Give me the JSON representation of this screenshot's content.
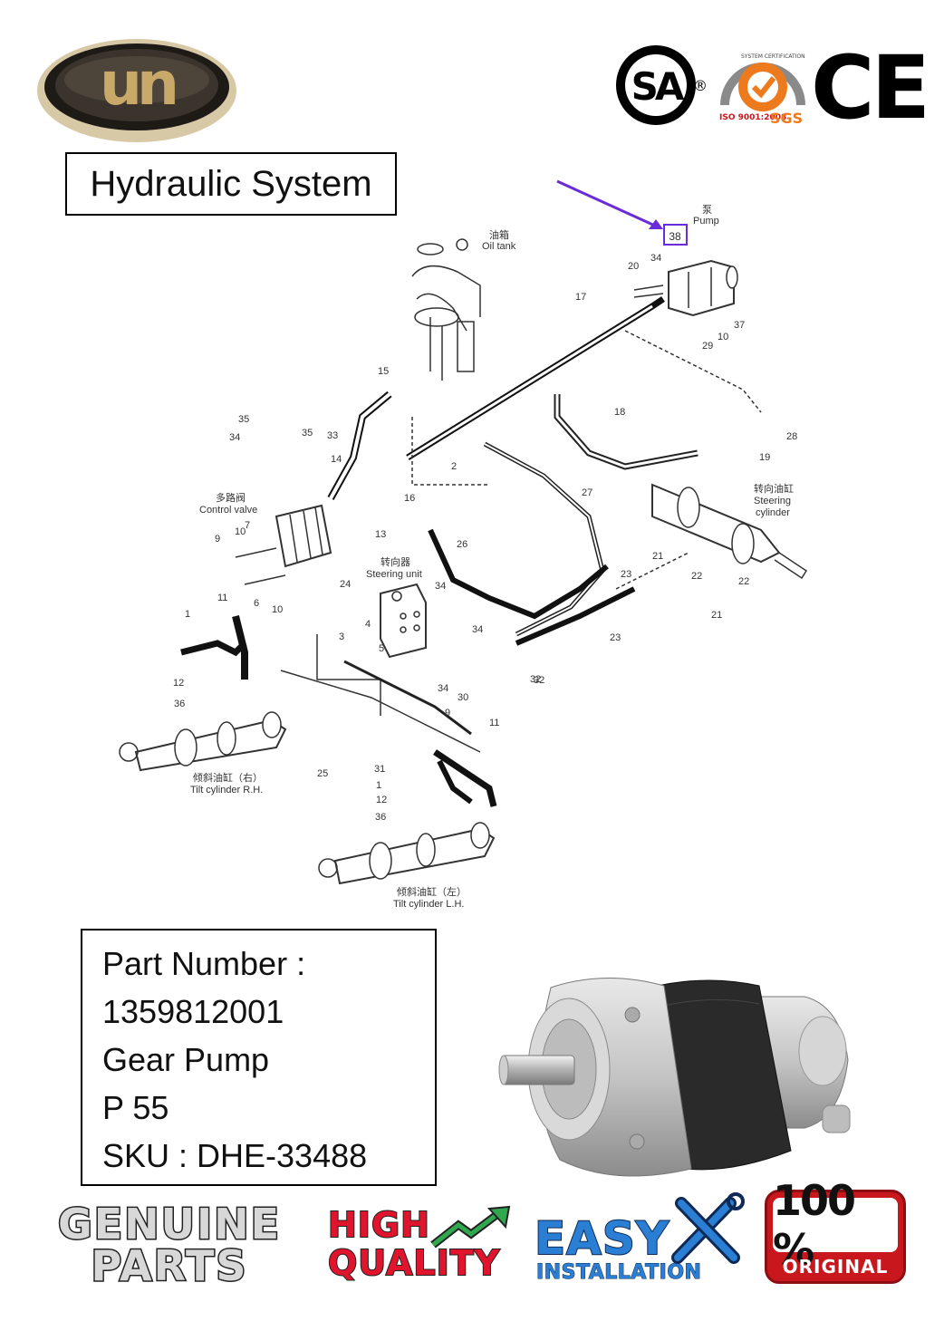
{
  "header": {
    "brand_logo_text": "un",
    "certifications": {
      "csa": "SA",
      "registered_mark": "®",
      "sgs_ring": "SYSTEM CERTIFICATION",
      "sgs_iso": "ISO 9001:2008",
      "sgs_label": "SGS",
      "ce": "CE"
    }
  },
  "title": "Hydraulic System",
  "diagram": {
    "highlight_callout": "38",
    "labels": {
      "pump_cn": "泵",
      "pump": "Pump",
      "oil_tank_cn": "油箱",
      "oil_tank": "Oil tank",
      "control_valve_cn": "多路阀",
      "control_valve": "Control valve",
      "steering_unit_cn": "转向器",
      "steering_unit": "Steering unit",
      "steering_cylinder_cn": "转向油缸",
      "steering_cylinder_1": "Steering",
      "steering_cylinder_2": "cylinder",
      "tilt_rh_cn": "倾斜油缸（右）",
      "tilt_rh": "Tilt cylinder R.H.",
      "tilt_lh_cn": "倾斜油缸（左）",
      "tilt_lh": "Tilt cylinder L.H."
    },
    "part_numbers": [
      "34",
      "20",
      "17",
      "37",
      "10",
      "29",
      "15",
      "18",
      "28",
      "19",
      "35",
      "34",
      "35",
      "33",
      "14",
      "2",
      "16",
      "27",
      "7",
      "13",
      "10",
      "9",
      "26",
      "21",
      "22",
      "23",
      "24",
      "11",
      "6",
      "10",
      "34",
      "32",
      "34",
      "1",
      "3",
      "23",
      "12",
      "36",
      "34",
      "30",
      "32",
      "9",
      "11",
      "25",
      "31",
      "1",
      "12",
      "36",
      "22",
      "21",
      "4",
      "5"
    ]
  },
  "part_info": {
    "part_number_label": "Part Number :",
    "part_number": "1359812001",
    "name": "Gear Pump",
    "model": "P 55",
    "sku": "SKU : DHE-33488"
  },
  "badges": {
    "genuine_line1": "GENUINE",
    "genuine_line2": "PARTS",
    "high_quality_line1": "HIGH",
    "high_quality_line2": "QUALITY",
    "easy_line1": "EASY",
    "easy_line2": "INSTALLATION",
    "original_top": "100 %",
    "original_bottom": "ORIGINAL"
  },
  "colors": {
    "highlight": "#6a2bd9",
    "orig_red": "#c8171d",
    "hq_red": "#e0142c",
    "easy_blue": "#2a7fd4",
    "sgs_orange": "#ee7a1e"
  }
}
